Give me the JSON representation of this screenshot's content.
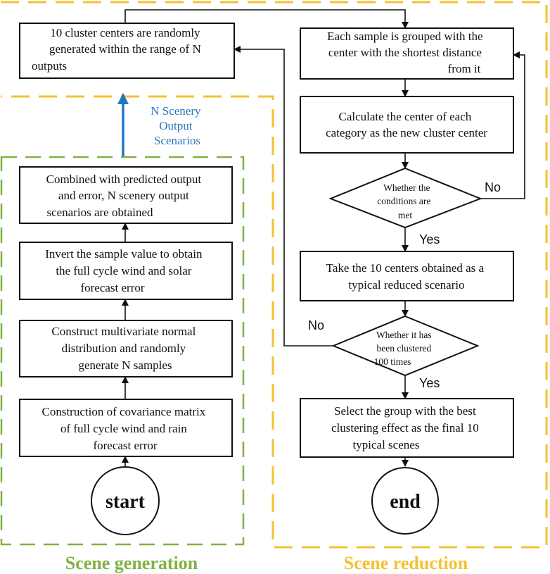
{
  "colors": {
    "generation": "#7fb241",
    "reduction": "#f5c131",
    "scenario_arrow": "#1f77c2",
    "scenario_label": "#2a78bd",
    "ink": "#111111"
  },
  "regions": {
    "generation_label": "Scene generation",
    "reduction_label": "Scene reduction"
  },
  "scenario_arrow_label": [
    "N Scenery",
    "Output",
    "Scenarios"
  ],
  "generation": {
    "start": "start",
    "covariance": [
      "Construction of covariance matrix",
      "of full cycle wind and rain",
      "forecast error"
    ],
    "multivariate": [
      "Construct multivariate normal",
      "distribution and randomly",
      "generate N samples"
    ],
    "invert": [
      "Invert the sample value to obtain",
      "the full cycle wind and solar",
      "forecast error"
    ],
    "combine": [
      "Combined with predicted output",
      "and error, N scenery output",
      "scenarios are obtained"
    ]
  },
  "reduction": {
    "init_centers": [
      "10 cluster centers are randomly",
      "generated within the range of N",
      "outputs"
    ],
    "group": [
      "Each sample is grouped with the",
      "center with the shortest distance",
      "from it"
    ],
    "calc_center": [
      "Calculate the center of each",
      "category as the new cluster center"
    ],
    "condition": [
      "Whether the",
      "conditions are",
      "met"
    ],
    "condition_no": "No",
    "condition_yes": "Yes",
    "take_centers": [
      "Take the 10 centers obtained as a",
      "typical reduced scenario"
    ],
    "clustered": [
      "Whether it has",
      "been clustered",
      "100 times"
    ],
    "clustered_no": "No",
    "clustered_yes": "Yes",
    "select_best": [
      "Select the group with the best",
      "clustering effect as the final 10",
      "typical scenes"
    ],
    "end": "end"
  }
}
